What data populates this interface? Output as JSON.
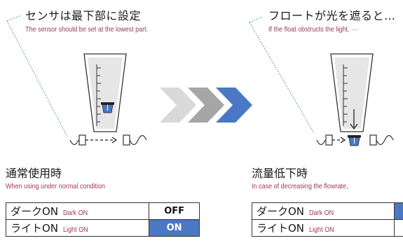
{
  "left": {
    "heading_jp": "センサは最下部に設定",
    "heading_en": "The sensor should be set at the lowest part.",
    "caption_jp": "通常使用時",
    "caption_en": "When using under normal condition",
    "rows": [
      {
        "label_jp": "ダークON",
        "label_en": "Dark ON",
        "state": "OFF"
      },
      {
        "label_jp": "ライトON",
        "label_en": "Light ON",
        "state": "ON"
      }
    ]
  },
  "right": {
    "heading_jp": "フロートが光を遮ると…",
    "heading_en": "If the float  obstructs the light, ···",
    "caption_jp": "流量低下時",
    "caption_en": "In case of decreasing the flowrate,",
    "rows": [
      {
        "label_jp": "ダークON",
        "label_en": "Dark ON",
        "state": ""
      },
      {
        "label_jp": "ライトON",
        "label_en": "Light ON",
        "state": ""
      }
    ]
  },
  "colors": {
    "accent_blue": "#4b78c4",
    "english_text": "#9a3b4e",
    "arrow_light": "#d9d9d9",
    "arrow_mid": "#a6a6a6",
    "arrow_blue": "#4b78c4"
  }
}
